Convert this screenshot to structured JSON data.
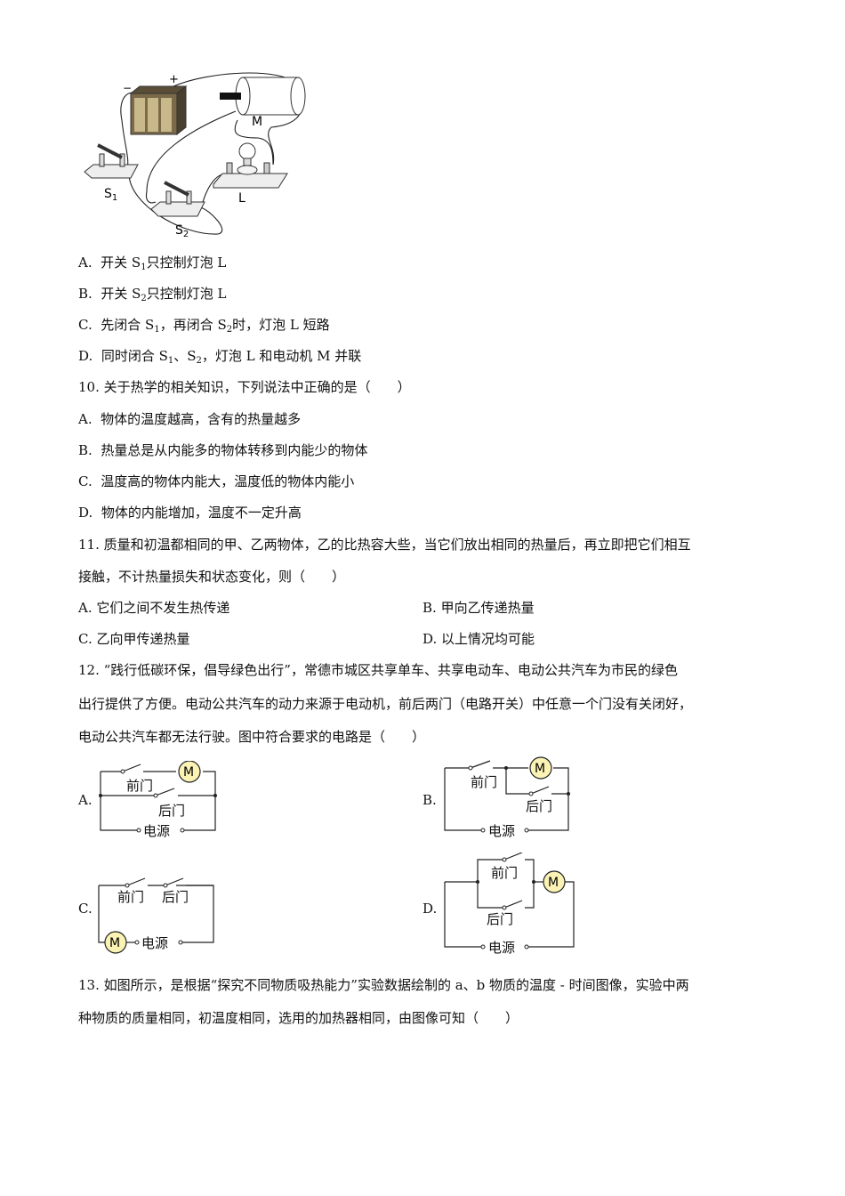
{
  "q9": {
    "figure": {
      "labels": {
        "battery_minus": "−",
        "battery_plus": "+",
        "motor": "M",
        "lamp": "L",
        "switch1": "S",
        "switch1_sub": "1",
        "switch2": "S",
        "switch2_sub": "2"
      }
    },
    "options": [
      {
        "key": "A.",
        "pre": "开关 S",
        "sub": "1",
        "post": "只控制灯泡 L"
      },
      {
        "key": "B.",
        "pre": "开关 S",
        "sub": "2",
        "post": "只控制灯泡 L"
      },
      {
        "key": "C.",
        "pre": "先闭合 S",
        "sub": "1",
        "mid": "，再闭合 S",
        "sub2": "2",
        "post": "时，灯泡 L 短路"
      },
      {
        "key": "D.",
        "pre": "同时闭合 S",
        "sub": "1",
        "mid": "、S",
        "sub2": "2",
        "post": "，灯泡 L 和电动机 M 并联"
      }
    ]
  },
  "q10": {
    "stem": "10. 关于热学的相关知识，下列说法中正确的是（　　）",
    "options": [
      {
        "key": "A.",
        "text": "物体的温度越高，含有的热量越多"
      },
      {
        "key": "B.",
        "text": "热量总是从内能多的物体转移到内能少的物体"
      },
      {
        "key": "C.",
        "text": "温度高的物体内能大，温度低的物体内能小"
      },
      {
        "key": "D.",
        "text": "物体的内能增加，温度不一定升高"
      }
    ]
  },
  "q11": {
    "stem_line1": "11. 质量和初温都相同的甲、乙两物体，乙的比热容大些，当它们放出相同的热量后，再立即把它们相互",
    "stem_line2": "接触，不计热量损失和状态变化，则（　　）",
    "options": [
      {
        "key": "A.",
        "text": "它们之间不发生热传递"
      },
      {
        "key": "B.",
        "text": "甲向乙传递热量"
      },
      {
        "key": "C.",
        "text": "乙向甲传递热量"
      },
      {
        "key": "D.",
        "text": "以上情况均可能"
      }
    ]
  },
  "q12": {
    "stem_line1": "12. “践行低碳环保，倡导绿色出行”，常德市城区共享单车、共享电动车、电动公共汽车为市民的绿色",
    "stem_line2": "出行提供了方便。电动公共汽车的动力来源于电动机，前后两门（电路开关）中任意一个门没有关闭好，",
    "stem_line3": "电动公共汽车都无法行驶。图中符合要求的电路是（　　）",
    "circuit_labels": {
      "front_door": "前门",
      "back_door": "后门",
      "power": "电源",
      "motor": "M"
    },
    "option_keys": [
      "A.",
      "B.",
      "C.",
      "D."
    ],
    "colors": {
      "motor_fill": "#fbf3b4",
      "wire": "#222222"
    }
  },
  "q13": {
    "stem_line1": "13. 如图所示，是根据“探究不同物质吸热能力”实验数据绘制的 a、b 物质的温度 - 时间图像，实验中两",
    "stem_line2": "种物质的质量相同，初温度相同，选用的加热器相同，由图像可知（　　）"
  }
}
